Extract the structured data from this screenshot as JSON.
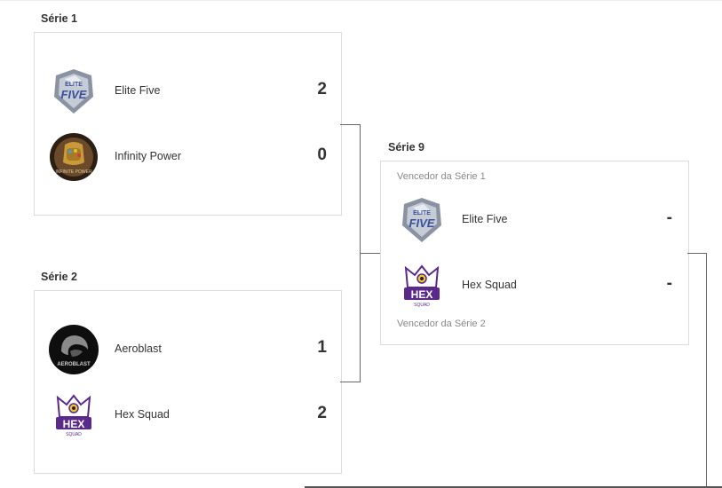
{
  "bracket": {
    "series1": {
      "title": "Série 1",
      "teams": [
        {
          "name": "Elite Five",
          "score": "2",
          "logo": "elite-five-logo"
        },
        {
          "name": "Infinity Power",
          "score": "0",
          "logo": "infinity-power-logo"
        }
      ]
    },
    "series2": {
      "title": "Série 2",
      "teams": [
        {
          "name": "Aeroblast",
          "score": "1",
          "logo": "aeroblast-logo"
        },
        {
          "name": "Hex Squad",
          "score": "2",
          "logo": "hex-squad-logo"
        }
      ]
    },
    "series9": {
      "title": "Série 9",
      "top_caption": "Vencedor da Série 1",
      "bottom_caption": "Vencedor da Série 2",
      "teams": [
        {
          "name": "Elite Five",
          "score": "-",
          "logo": "elite-five-logo"
        },
        {
          "name": "Hex Squad",
          "score": "-",
          "logo": "hex-squad-logo"
        }
      ]
    }
  }
}
